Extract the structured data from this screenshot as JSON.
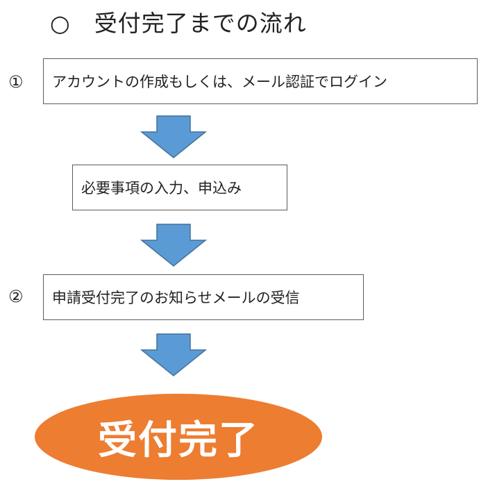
{
  "title": "○　受付完了までの流れ",
  "step1": {
    "number": "①",
    "text": "アカウントの作成もしくは、メール認証でログイン"
  },
  "middle_step": {
    "text": "必要事項の入力、申込み"
  },
  "step2": {
    "number": "②",
    "text": "申請受付完了のお知らせメールの受信"
  },
  "final": {
    "text": "受付完了"
  },
  "colors": {
    "arrow": "#5b9bd5",
    "arrow_border": "#41719c",
    "final_oval": "#ed7d31",
    "box_border": "#5b5b5b"
  }
}
